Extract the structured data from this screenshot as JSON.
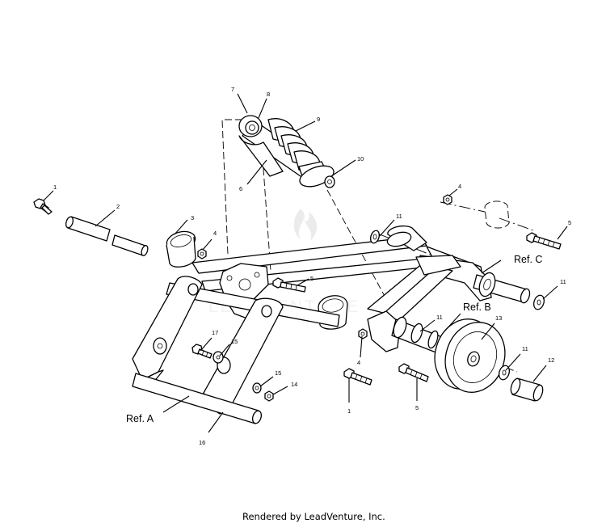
{
  "callouts": {
    "c1a": "1",
    "c2": "2",
    "c3": "3",
    "c4a": "4",
    "c5a": "5",
    "c6": "6",
    "c7": "7",
    "c8": "8",
    "c9": "9",
    "c10": "10",
    "c11a": "11",
    "c4b": "4",
    "c5b": "5",
    "c11b": "11",
    "c11c": "11",
    "c13": "13",
    "c11d": "11",
    "c12": "12",
    "c17": "17",
    "c15a": "15",
    "c15b": "15",
    "c14": "14",
    "c16": "16",
    "c4c": "4",
    "c1b": "1",
    "c5c": "5"
  },
  "refs": {
    "a": "Ref. A",
    "b": "Ref. B",
    "c": "Ref. C"
  },
  "footer": {
    "credit": "Rendered by LeadVenture, Inc."
  },
  "watermark": {
    "text": "LEADVENTURE",
    "color": "#e3e3e3"
  }
}
